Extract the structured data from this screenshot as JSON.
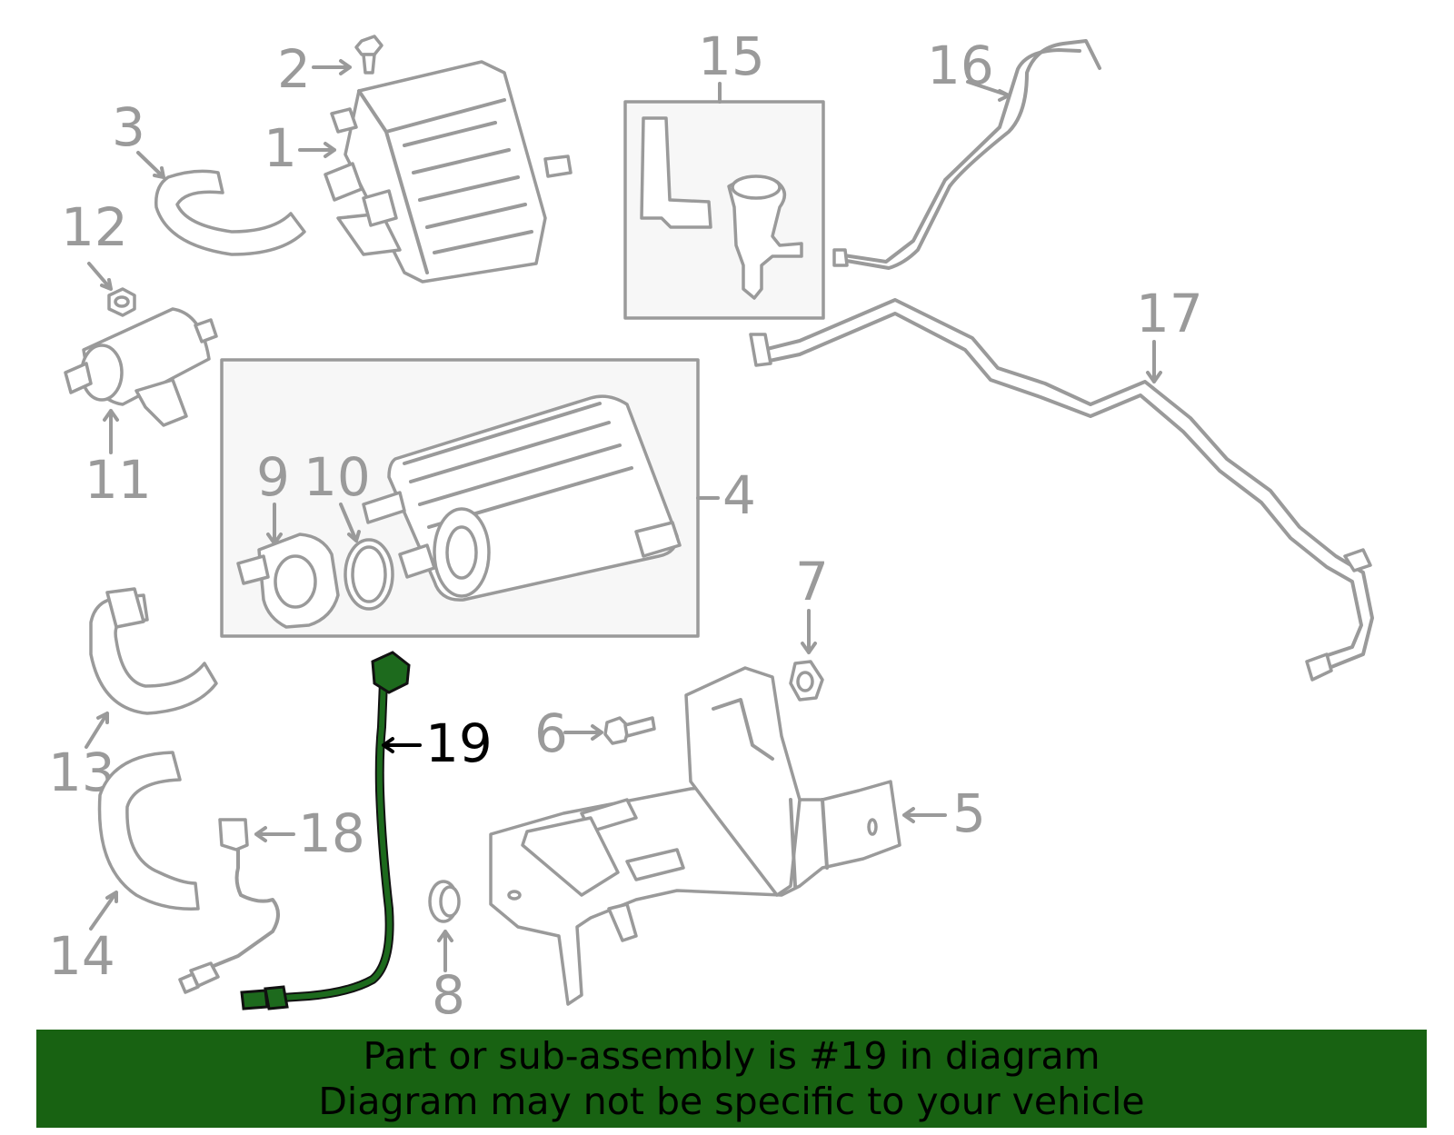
{
  "callouts": {
    "c1": "1",
    "c2": "2",
    "c3": "3",
    "c4": "4",
    "c5": "5",
    "c6": "6",
    "c7": "7",
    "c8": "8",
    "c9": "9",
    "c10": "10",
    "c11": "11",
    "c12": "12",
    "c13": "13",
    "c14": "14",
    "c15": "15",
    "c16": "16",
    "c17": "17",
    "c18": "18",
    "c19": "19"
  },
  "highlighted_part": "19",
  "colors": {
    "line": "#9a9a9a",
    "highlight": "#1d6a1d",
    "banner": "#186212",
    "banner_text": "#000000"
  },
  "banner": {
    "line1": "Part or sub-assembly is #19 in diagram",
    "line2": "Diagram may not be specific to your vehicle"
  }
}
